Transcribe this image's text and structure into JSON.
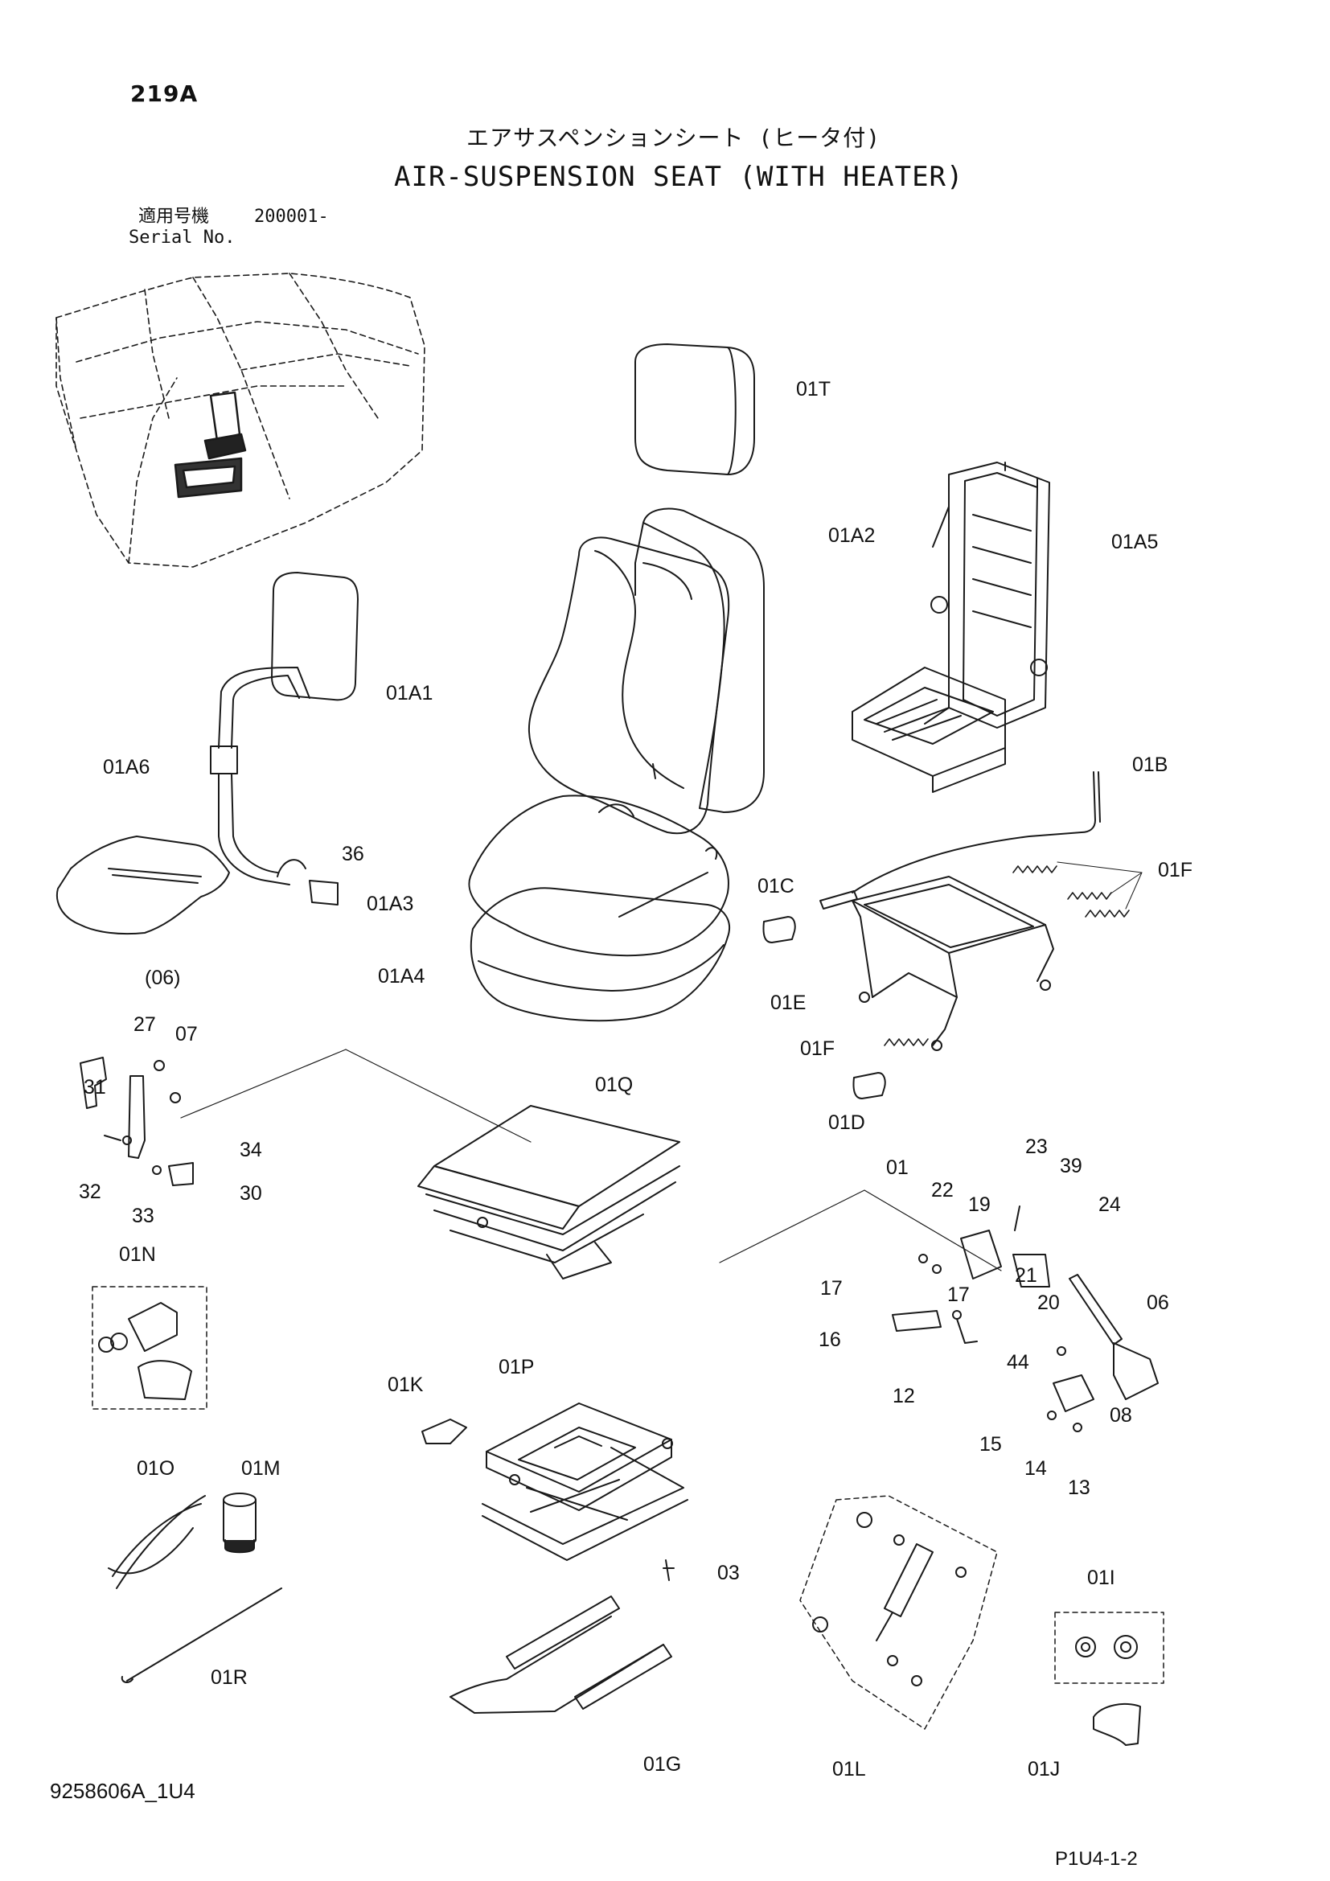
{
  "header": {
    "page_id": "219A",
    "title_jp": "エアサスペンションシート (ヒータ付)",
    "title_en": "AIR-SUSPENSION SEAT (WITH HEATER)",
    "serial_label_jp": "適用号機",
    "serial_value": "200001-",
    "serial_label_en": "Serial No."
  },
  "callouts": {
    "c01T": "01T",
    "c01A2": "01A2",
    "c01A5": "01A5",
    "c01A1": "01A1",
    "c01B": "01B",
    "c01A6": "01A6",
    "c36": "36",
    "c01F_a": "01F",
    "c01A3": "01A3",
    "c01C": "01C",
    "c01A4": "01A4",
    "c06p": "(06)",
    "c27": "27",
    "c07": "07",
    "c01E": "01E",
    "c01F_b": "01F",
    "c31": "31",
    "c01D": "01D",
    "c01Q": "01Q",
    "c34": "34",
    "c32": "32",
    "c30": "30",
    "c33": "33",
    "c23": "23",
    "c39": "39",
    "c01": "01",
    "c22": "22",
    "c24": "24",
    "c19": "19",
    "c01N": "01N",
    "c21": "21",
    "c17a": "17",
    "c17b": "17",
    "c20": "20",
    "c06": "06",
    "c16": "16",
    "c44": "44",
    "c12": "12",
    "c08": "08",
    "c01K": "01K",
    "c01P": "01P",
    "c15": "15",
    "c14": "14",
    "c13": "13",
    "c01O": "01O",
    "c01M": "01M",
    "c03": "03",
    "c01I": "01I",
    "c01R": "01R",
    "c01G": "01G",
    "c01L": "01L",
    "c01J": "01J"
  },
  "footer": {
    "drawing_no": "9258606A_1U4",
    "page_no": "P1U4-1-2"
  }
}
